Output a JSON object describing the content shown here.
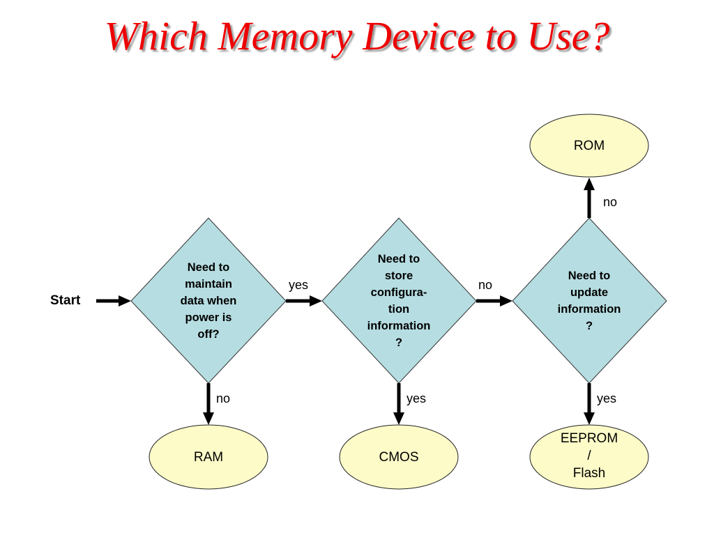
{
  "title": "Which Memory Device to Use?",
  "colors": {
    "title": "#ee0000",
    "decision_fill": "#b6dde1",
    "terminal_fill": "#fdfbc8",
    "arrow": "#000000"
  },
  "start_label": "Start",
  "decisions": [
    {
      "id": "d1",
      "lines": [
        "Need to",
        "maintain",
        "data when",
        "power is",
        "off?"
      ]
    },
    {
      "id": "d2",
      "lines": [
        "Need to",
        "store",
        "configura-",
        "tion",
        "information",
        "?"
      ]
    },
    {
      "id": "d3",
      "lines": [
        "Need to",
        "update",
        "information",
        "?"
      ]
    }
  ],
  "terminals": [
    {
      "id": "rom",
      "lines": [
        "ROM"
      ]
    },
    {
      "id": "ram",
      "lines": [
        "RAM"
      ]
    },
    {
      "id": "cmos",
      "lines": [
        "CMOS"
      ]
    },
    {
      "id": "eeprom",
      "lines": [
        "EEPROM",
        "/",
        "Flash"
      ]
    }
  ],
  "edges": [
    {
      "from": "start",
      "to": "d1",
      "label": ""
    },
    {
      "from": "d1",
      "to": "d2",
      "label": "yes"
    },
    {
      "from": "d1",
      "to": "ram",
      "label": "no"
    },
    {
      "from": "d2",
      "to": "d3",
      "label": "no"
    },
    {
      "from": "d2",
      "to": "cmos",
      "label": "yes"
    },
    {
      "from": "d3",
      "to": "rom",
      "label": "no"
    },
    {
      "from": "d3",
      "to": "eeprom",
      "label": "yes"
    }
  ]
}
